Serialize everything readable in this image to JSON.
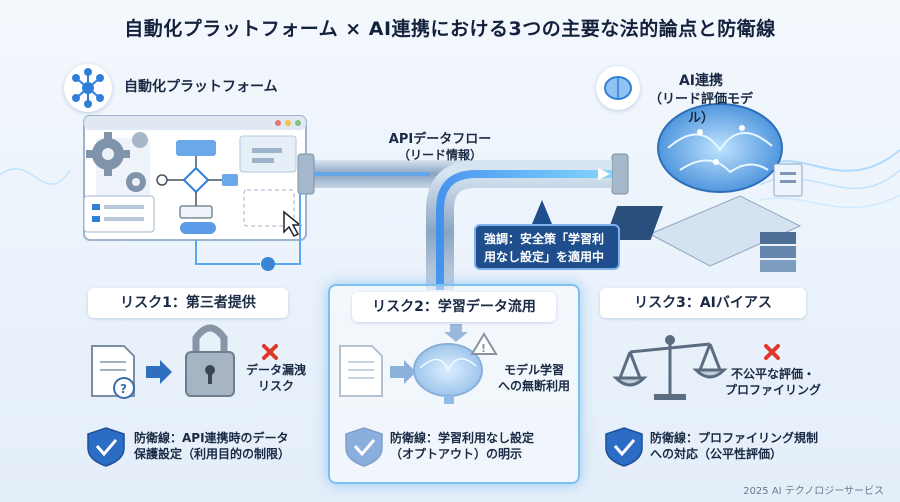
{
  "title": "自動化プラットフォーム × AI連携における3つの主要な法的論点と防衛線",
  "platform": {
    "label": "自動化プラットフォーム",
    "icon": "network-hub-icon"
  },
  "ai": {
    "title": "AI連携",
    "subtitle": "（リード評価モデル）",
    "icon": "brain-icon"
  },
  "flow": {
    "title": "APIデータフロー",
    "subtitle": "（リード情報）"
  },
  "callout": {
    "line1": "強調：安全策「学習利",
    "line2": "用なし設定」を適用中"
  },
  "risks": [
    {
      "title": "リスク1：第三者提供",
      "risk_line1": "データ漏洩",
      "risk_line2": "リスク",
      "defense_line1": "防衛線：API連携時のデータ",
      "defense_line2": "保護設定（利用目的の制限）"
    },
    {
      "title": "リスク2：学習データ流用",
      "risk_line1": "モデル学習",
      "risk_line2": "への無断利用",
      "defense_line1": "防衛線：学習利用なし設定",
      "defense_line2": "（オプトアウト）の明示"
    },
    {
      "title": "リスク3：AIバイアス",
      "risk_line1": "不公平な評価・",
      "risk_line2": "プロファイリング",
      "defense_line1": "防衛線：プロファイリング規制",
      "defense_line2": "への対応（公平性評価）"
    }
  ],
  "footer": "2025 AI テクノロジーサービス",
  "colors": {
    "accent": "#2f7fd8",
    "dark_blue": "#1e4f8c",
    "danger": "#e0362c",
    "shield": "#2b6cc4"
  }
}
